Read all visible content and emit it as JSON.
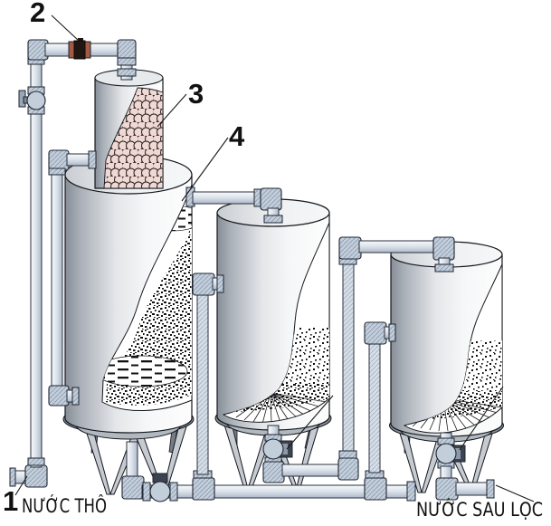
{
  "figure": {
    "kind": "water-treatment-filtration-diagram",
    "background": "#ffffff"
  },
  "callouts": {
    "c1": "1",
    "c2": "2",
    "c3": "3",
    "c4": "4"
  },
  "annotations": {
    "raw_water": "NƯỚC THÔ",
    "filtered_water": "NƯỚC SAU LỌC"
  },
  "colors": {
    "pipe_fill": "#e9edf2",
    "pipe_edge": "#2a313b",
    "fitting_fill": "#c3cedb",
    "inlet_valve_flange": "#a55a43",
    "inlet_valve_body": "#201713",
    "handle_dark": "#3a434f",
    "ball_media": "#f0d8d4",
    "ball_gap": "#7b6a66",
    "tank_shade_dark": "#868d96",
    "tank_shade_light": "#fdfdfd",
    "rim_dark": "#858c95",
    "media_speckle": "#111111"
  }
}
